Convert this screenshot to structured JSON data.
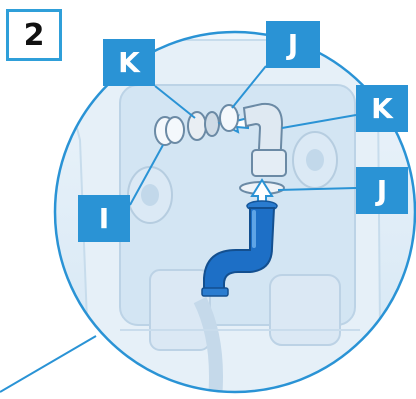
{
  "step": {
    "number": "2"
  },
  "labels": {
    "k_top": "K",
    "j_top": "J",
    "k_right": "K",
    "j_right": "J",
    "i_left": "I"
  },
  "colors": {
    "accent_blue": "#2a93d5",
    "frame_blue": "#2f9fd9",
    "drain_hose": "#1d6fc6"
  }
}
